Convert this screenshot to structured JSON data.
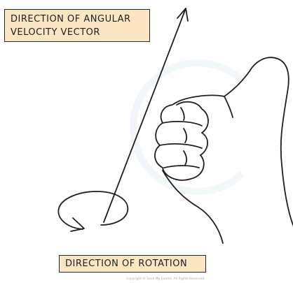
{
  "labels": {
    "angular_line1": "DIRECTION OF ANGULAR",
    "angular_line2": "VELOCITY VECTOR",
    "rotation": "DIRECTION OF ROTATION"
  },
  "copyright": "Copyright © Save My Exams. All Rights Reserved",
  "colors": {
    "label_fill": "#fbe6c4",
    "stroke": "#2a2a2a",
    "watermark": "#eef3f7"
  }
}
